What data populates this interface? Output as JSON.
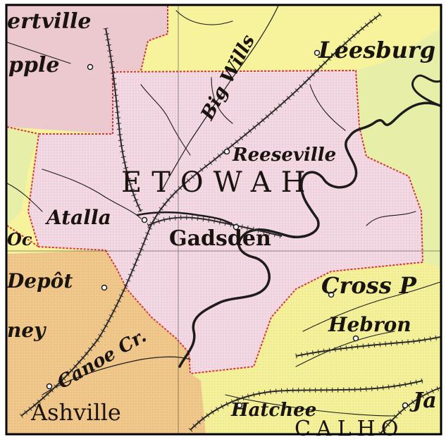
{
  "map": {
    "colors": {
      "etowah": "#f3d9e3",
      "calhoun": "#f4f19a",
      "st_clair": "#f1c88b",
      "north_pink": "#ebc9cf",
      "marshall": "#f6f39c",
      "cherokee": "#e7eea8",
      "boundary": "#d23a3a",
      "river": "#1c1c1c",
      "railroad": "#2a2a2a",
      "frame": "#000000"
    },
    "labels": {
      "county_etowah": "ETOWAH",
      "county_calhoun": "CALHO",
      "gadsden": "Gadsden",
      "attalla": "Atalla",
      "reeseville": "Reeseville",
      "big_wills": "Big Wills",
      "leesburg": "Leesburg",
      "cross_plains": "Cross P",
      "hebron": "Hebron",
      "depot": "Depôt",
      "ashville": "Ashville",
      "canoe_cr": "Canoe Cr.",
      "hatchee": "Hatchee",
      "jacksonville_partial": "Ja",
      "bertville_partial": "ertville",
      "apple_partial": "pple",
      "oc_partial": "Oc",
      "ney_partial": "ney"
    }
  }
}
